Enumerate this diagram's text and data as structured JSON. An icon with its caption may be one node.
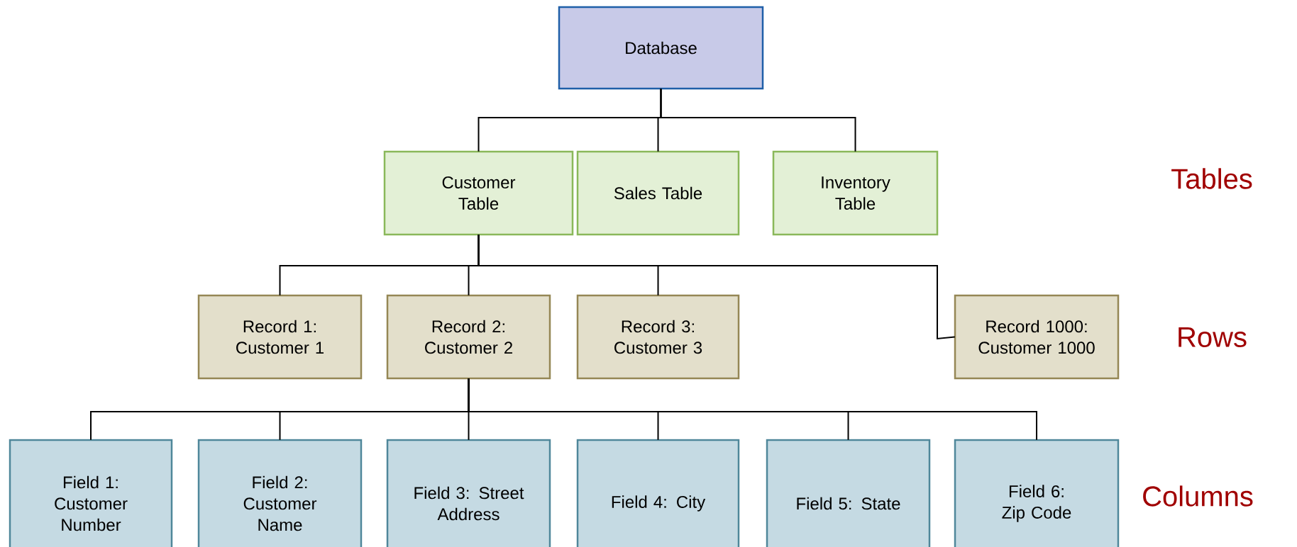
{
  "diagram": {
    "nodes": [
      {
        "text": [
          "Database"
        ]
      },
      {
        "text": [
          "Customer Table"
        ]
      },
      {
        "text": [
          "Sales Table"
        ]
      },
      {
        "text": [
          "Inventory Table"
        ]
      },
      {
        "text": [
          "Record 1: Customer 1"
        ]
      },
      {
        "text": [
          "Record 2: Customer 2"
        ]
      },
      {
        "text": [
          "Record 3: Customer 3"
        ]
      },
      {
        "text": [
          "Record 1000: Customer 1000"
        ]
      },
      {
        "text": [
          "Field 1: Customer Number"
        ]
      },
      {
        "text": [
          "Field 2: Customer Name"
        ]
      },
      {
        "text": [
          "Field 3: Street Address"
        ]
      },
      {
        "text": [
          "Field 4: City"
        ]
      },
      {
        "text": [
          "Field 5: State"
        ]
      },
      {
        "text": [
          "Field 6: Zip Code"
        ]
      }
    ],
    "edges": [
      {
        "from": 0,
        "to": 1,
        "arrow": "none"
      },
      {
        "from": 0,
        "to": 2,
        "arrow": "none"
      },
      {
        "from": 0,
        "to": 3,
        "arrow": "none"
      },
      {
        "from": 1,
        "to": 4,
        "arrow": "none"
      },
      {
        "from": 1,
        "to": 5,
        "arrow": "none"
      },
      {
        "from": 1,
        "to": 6,
        "arrow": "none"
      },
      {
        "from": 1,
        "to": 7,
        "arrow": "none"
      },
      {
        "from": 5,
        "to": 8,
        "arrow": "none"
      },
      {
        "from": 5,
        "to": 9,
        "arrow": "none"
      },
      {
        "from": 5,
        "to": 10,
        "arrow": "none"
      },
      {
        "from": 5,
        "to": 11,
        "arrow": "none"
      },
      {
        "from": 5,
        "to": 12,
        "arrow": "none"
      },
      {
        "from": 5,
        "to": 13,
        "arrow": "none"
      }
    ],
    "labels": [
      "Tables",
      "Rows",
      "Columns"
    ]
  }
}
